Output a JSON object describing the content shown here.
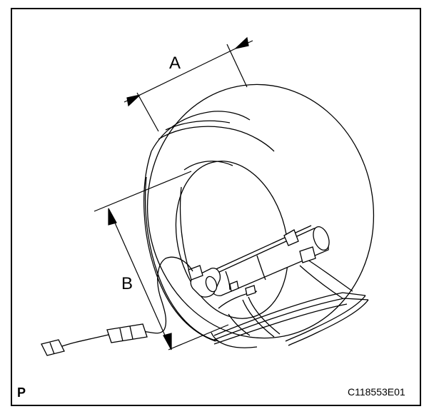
{
  "labels": {
    "dim_a": "A",
    "dim_b": "B",
    "corner": "P",
    "figure_id": "C118553E01"
  },
  "colors": {
    "stroke": "#000000",
    "background": "#ffffff"
  }
}
